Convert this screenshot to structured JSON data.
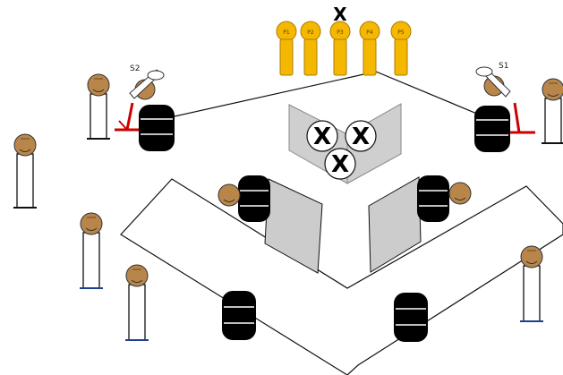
{
  "labels": {
    "camera_left": "S2",
    "camera_right": "S1"
  },
  "lineup": {
    "tag_texts": [
      "P1",
      "P2",
      "P3",
      "P4",
      "P5"
    ],
    "marked_index": 2
  },
  "colors": {
    "lineup_fill": "#f5b800",
    "lineup_stroke": "#b07a00",
    "head": "#b8864a",
    "table_fill": "#ffffff",
    "panel_gray": "#cccccc",
    "tripod_red": "#cc0000",
    "stand_blue": "#1f3f8f"
  }
}
